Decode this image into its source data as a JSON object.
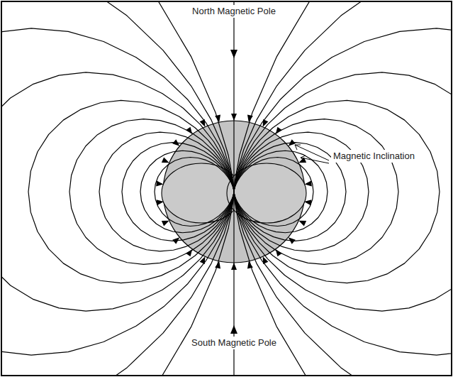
{
  "diagram": {
    "labels": [
      "North Magnetic Pole",
      "Magnetic Inclination",
      "South Magnetic Pole"
    ]
  }
}
